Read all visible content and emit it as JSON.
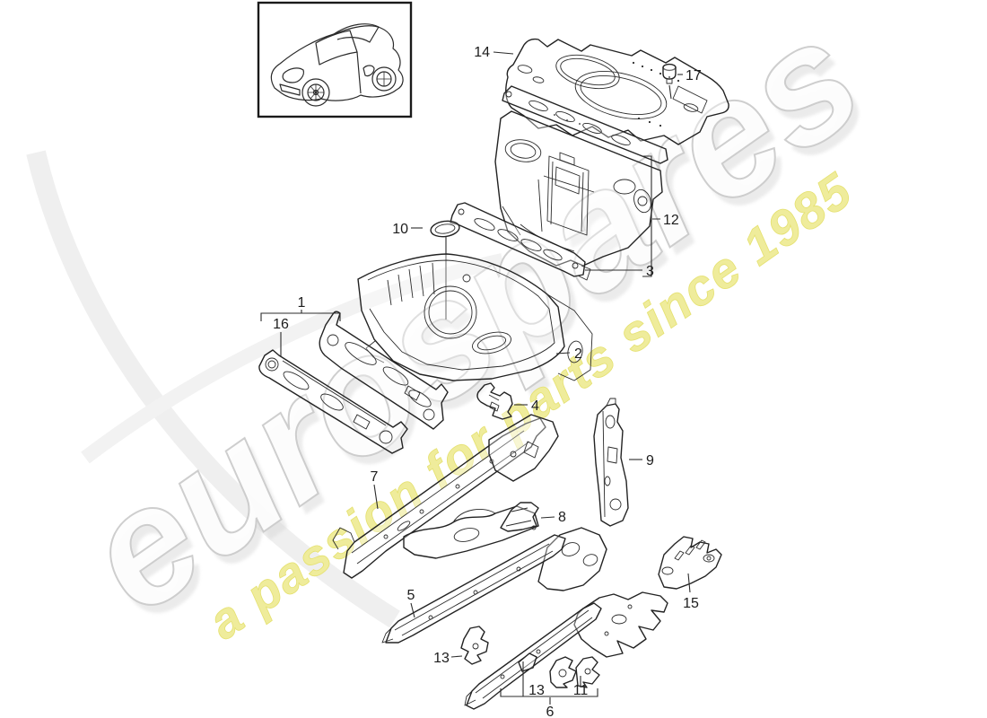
{
  "diagram": {
    "type": "exploded-parts-diagram",
    "subject": "front section body panels",
    "callouts": {
      "c1": "1",
      "c2": "2",
      "c3": "3",
      "c4": "4",
      "c5": "5",
      "c6": "6",
      "c7": "7",
      "c8": "8",
      "c9": "9",
      "c10": "10",
      "c11": "11",
      "c12": "12",
      "c13": "13",
      "c13b": "13",
      "c14": "14",
      "c15": "15",
      "c16": "16",
      "c17": "17"
    },
    "watermark": {
      "brand": "eurospares",
      "tagline": "a passion for parts since 1985",
      "brand_fill": "#fdfdfd",
      "brand_outline": "#cccccc",
      "brand_shadow": "#d8d8d8",
      "tagline_fill": "#efec9b",
      "tagline_outline": "#e5e171"
    },
    "line_color": "#232323"
  }
}
